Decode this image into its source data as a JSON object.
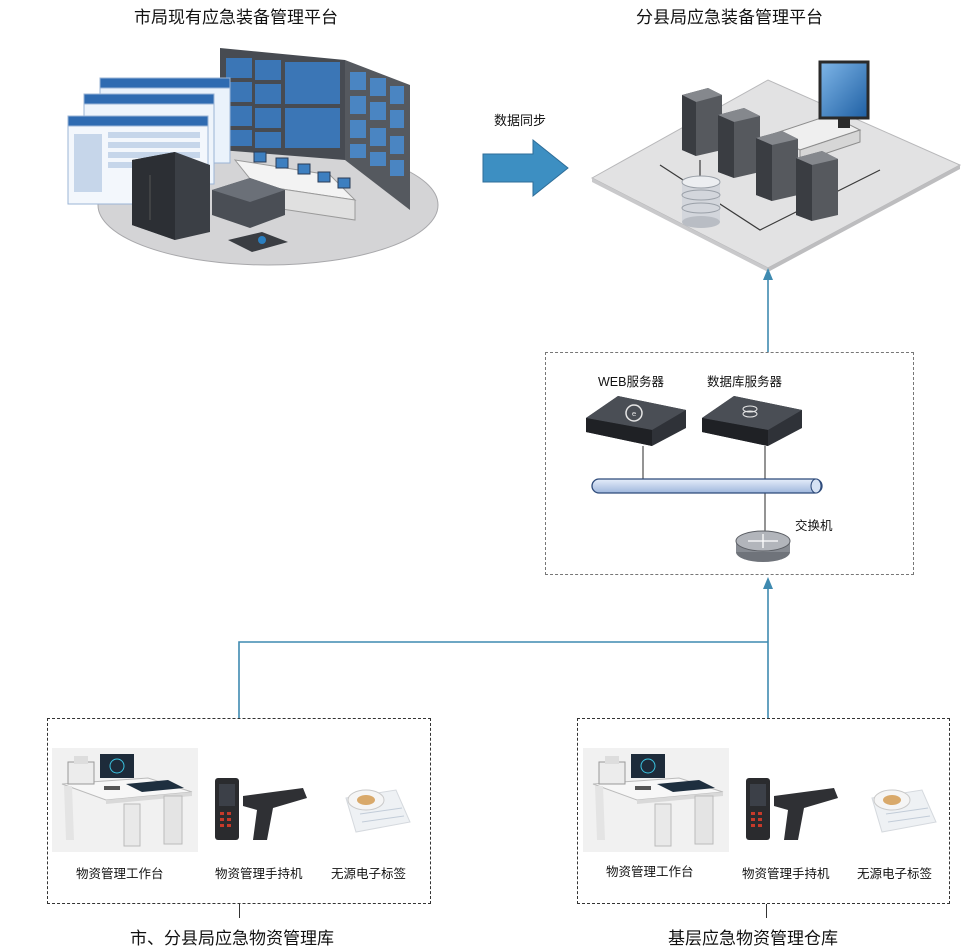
{
  "platform_city_title": "市局现有应急装备管理平台",
  "platform_county_title": "分县局应急装备管理平台",
  "sync_label": "数据同步",
  "server_group": {
    "web_server_label": "WEB服务器",
    "db_server_label": "数据库服务器",
    "switch_label": "交换机"
  },
  "warehouse_left": {
    "title": "市、分县局应急物资管理库",
    "workstation_label": "物资管理工作台",
    "handheld_label": "物资管理手持机",
    "rfid_label": "无源电子标签"
  },
  "warehouse_right": {
    "title": "基层应急物资管理仓库",
    "workstation_label": "物资管理工作台",
    "handheld_label": "物资管理手持机",
    "rfid_label": "无源电子标签"
  },
  "colors": {
    "connector": "#3f8ab0",
    "arrow_fill": "#3d8fc2",
    "bus_fill": "#c6d7ef",
    "bus_stroke": "#2d4a7a"
  }
}
